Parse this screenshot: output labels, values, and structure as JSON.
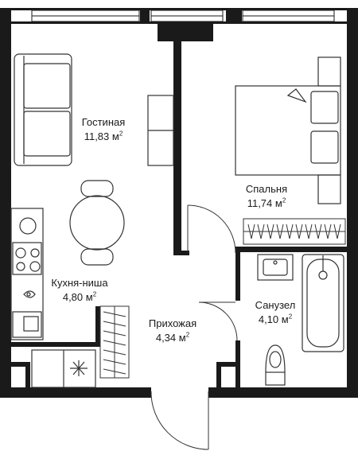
{
  "rooms": {
    "living": {
      "name": "Гостиная",
      "area": "11,83 м",
      "sup": "2"
    },
    "bedroom": {
      "name": "Спальня",
      "area": "11,74 м",
      "sup": "2"
    },
    "kitchen": {
      "name": "Кухня-ниша",
      "area": "4,80 м",
      "sup": "2"
    },
    "hallway": {
      "name": "Прихожая",
      "area": "4,34 м",
      "sup": "2"
    },
    "bathroom": {
      "name": "Санузел",
      "area": "4,10 м",
      "sup": "2"
    }
  },
  "colors": {
    "wall": "#1a1a1a",
    "line": "#333333",
    "background": "#ffffff"
  }
}
